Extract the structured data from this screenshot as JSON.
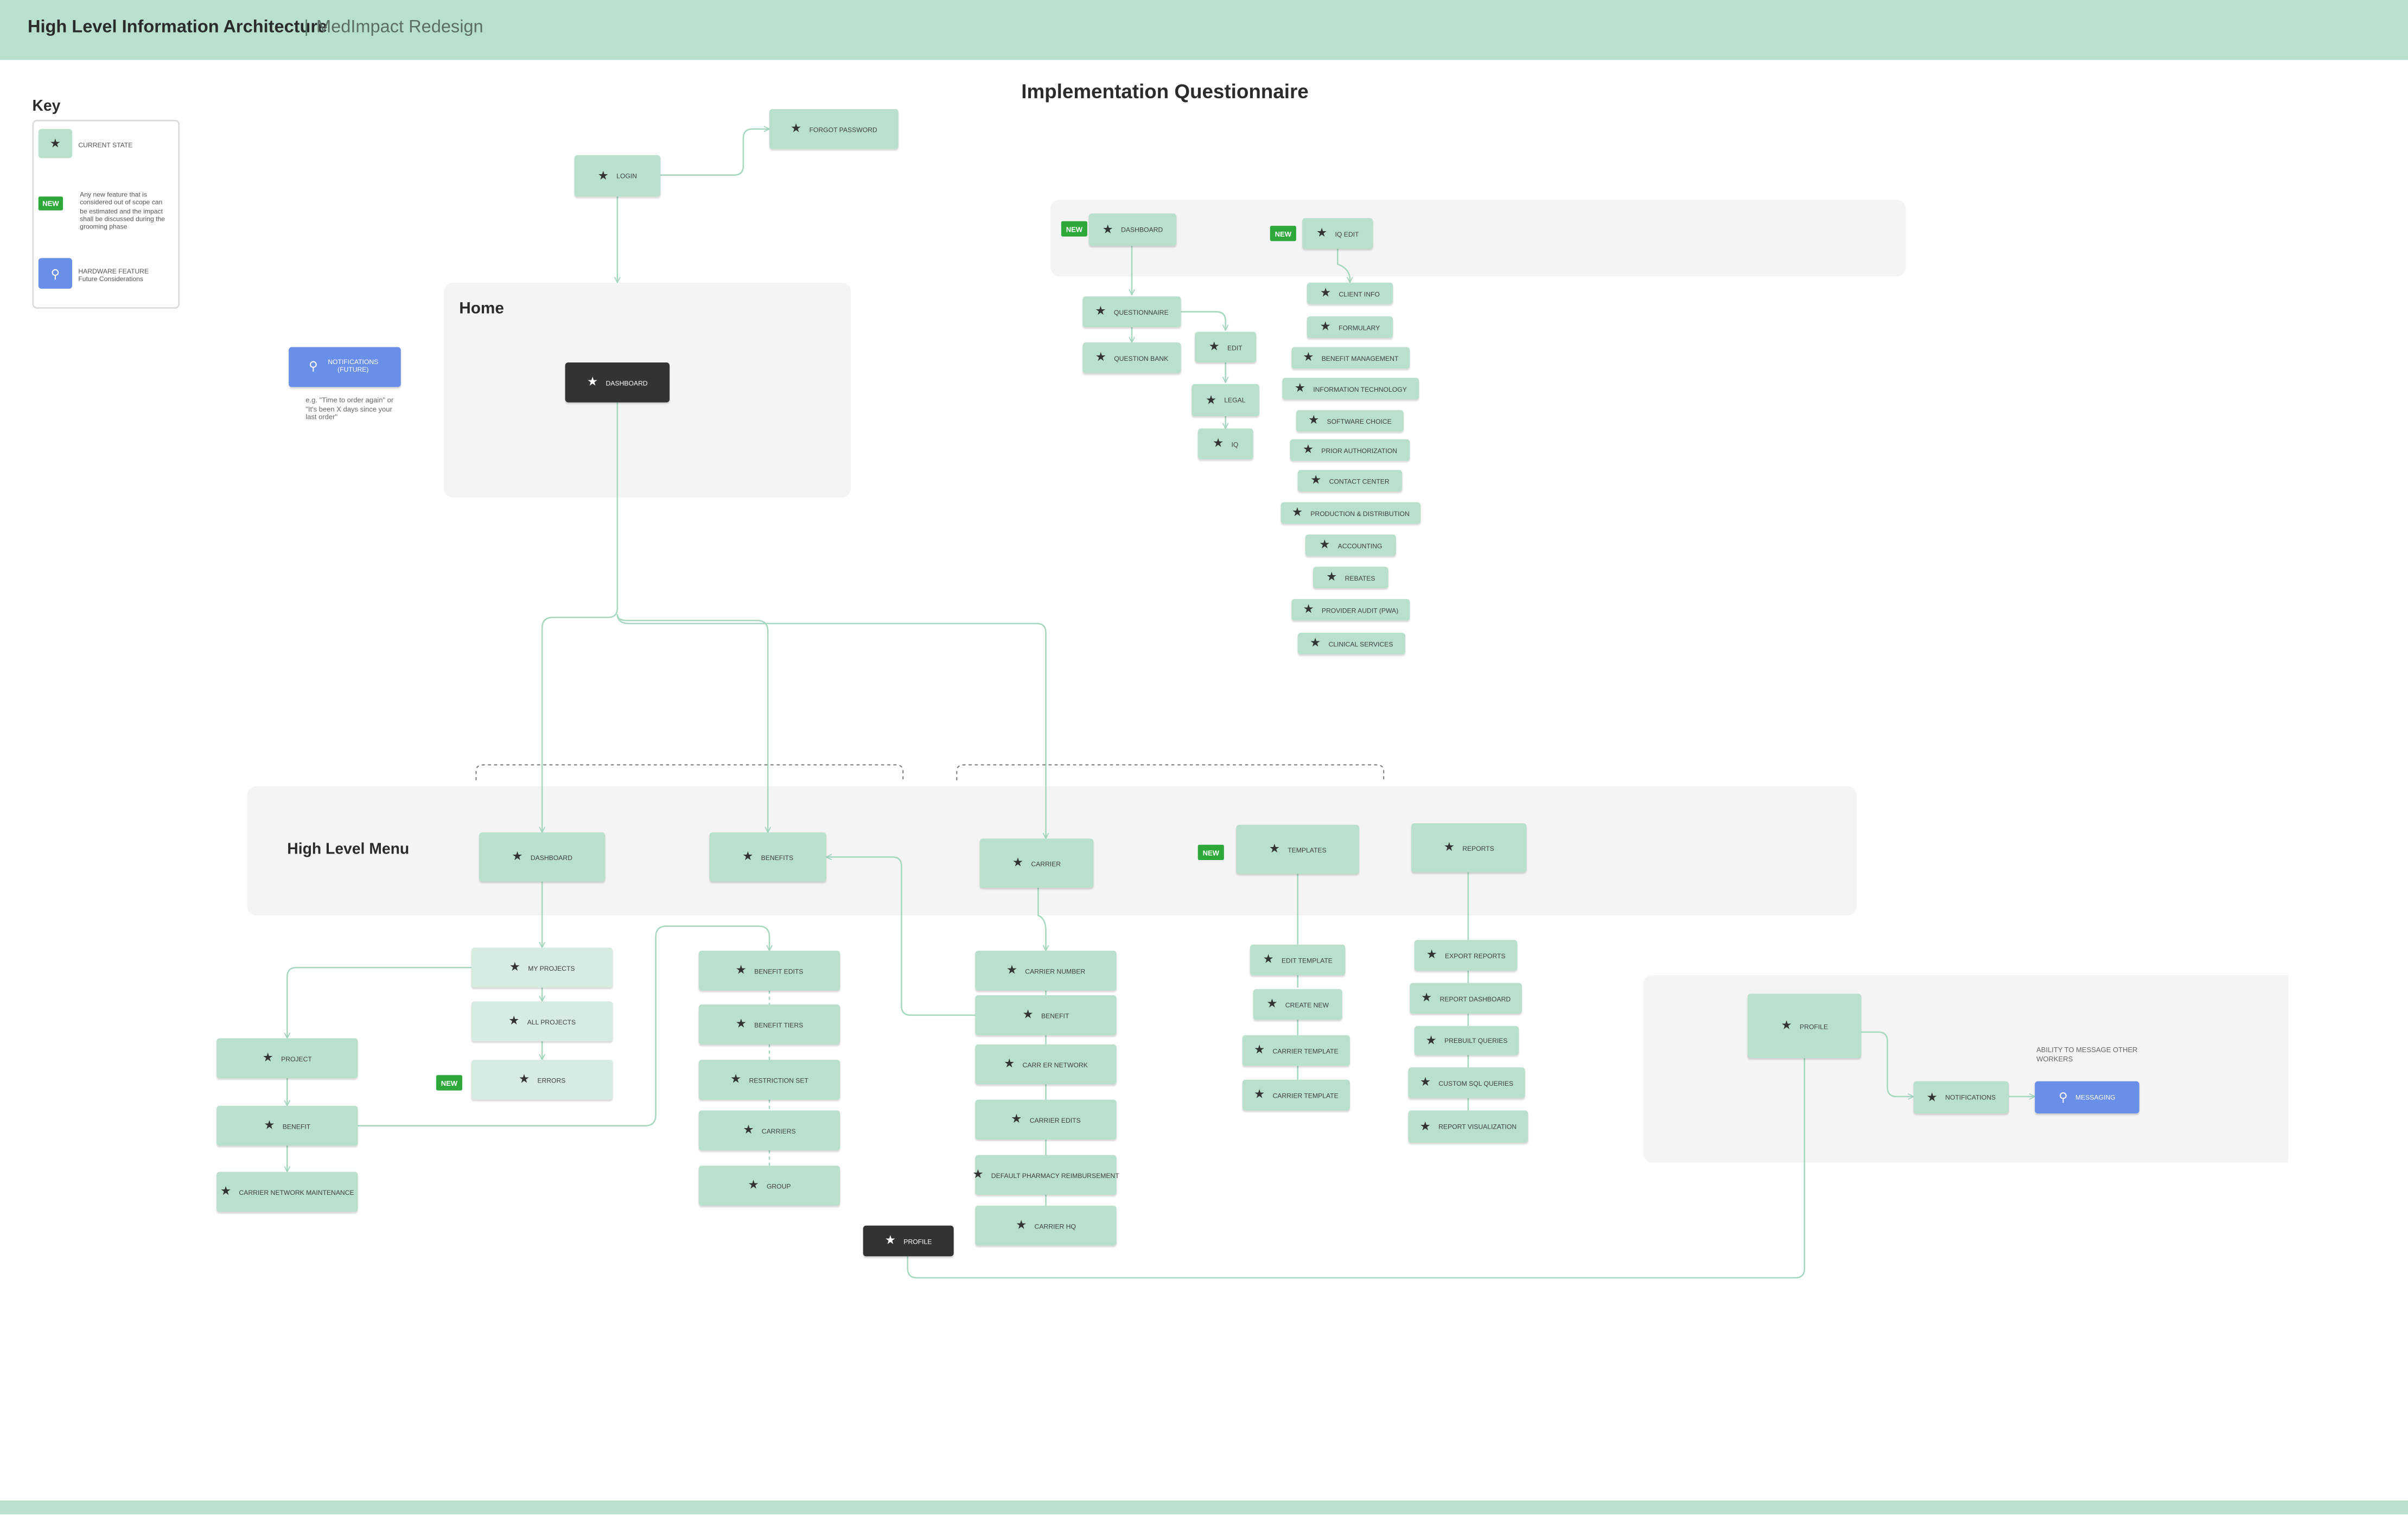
{
  "header": {
    "title": "High Level Information Architecture",
    "separator": "|",
    "subtitle": "MedImpact Redesign"
  },
  "key": {
    "title": "Key",
    "current_state": "CURRENT STATE",
    "new_badge": "NEW",
    "new_desc": "Any new feature that is considered out of scope can be estimated and the impact shall be discussed during the grooming phase",
    "hardware_title": "HARDWARE FEATURE",
    "hardware_desc": "Future Considerations",
    "icon_current": "star-icon",
    "icon_hardware": "pin-icon"
  },
  "sections": {
    "implementation": "Implementation Questionnaire",
    "home": "Home",
    "menu": "High Level Menu"
  },
  "notes": {
    "notifications_future": "e.g. \"Time to order again\" or \"It's been X days since your last order\"",
    "messaging": "ABILITY TO MESSAGE OTHER WORKERS"
  },
  "badges": {
    "new": "NEW"
  },
  "nodes": {
    "login": "LOGIN",
    "forgot_password": "FORGOT PASSWORD",
    "home_dashboard": "DASHBOARD",
    "notifications_future": "NOTIFICATIONS (FUTURE)",
    "iq_dashboard": "DASHBOARD",
    "iq_questionnaire": "QUESTIONNAIRE",
    "iq_question_bank": "QUESTION BANK",
    "iq_edit": "EDIT",
    "iq_legal": "LEGAL",
    "iq_iq": "IQ",
    "iq_iq_edit": "IQ EDIT",
    "iq_list": [
      "CLIENT INFO",
      "FORMULARY",
      "BENEFIT MANAGEMENT",
      "INFORMATION TECHNOLOGY",
      "SOFTWARE CHOICE",
      "PRIOR AUTHORIZATION",
      "CONTACT CENTER",
      "PRODUCTION & DISTRIBUTION",
      "ACCOUNTING",
      "REBATES",
      "PROVIDER AUDIT (PWA)",
      "CLINICAL SERVICES"
    ],
    "menu_dashboard": "DASHBOARD",
    "menu_benefits": "BENEFITS",
    "menu_carrier": "CARRIER",
    "menu_templates": "TEMPLATES",
    "menu_reports": "REPORTS",
    "my_projects": "MY PROJECTS",
    "all_projects": "ALL PROJECTS",
    "errors": "ERRORS",
    "project": "PROJECT",
    "benefit": "BENEFIT",
    "carrier_network_maintenance": "CARRIER NETWORK MAINTENANCE",
    "benefits_list": [
      "BENEFIT EDITS",
      "BENEFIT TIERS",
      "RESTRICTION SET",
      "CARRIERS",
      "GROUP"
    ],
    "carrier_list": [
      "CARRIER NUMBER",
      "BENEFIT",
      "CARR ER NETWORK",
      "CARRIER EDITS",
      "DEFAULT PHARMACY REIMBURSEMENT",
      "CARRIER HQ"
    ],
    "templates_list": [
      "EDIT TEMPLATE",
      "CREATE NEW",
      "CARRIER TEMPLATE",
      "CARRIER TEMPLATE"
    ],
    "reports_list": [
      "EXPORT REPORTS",
      "REPORT DASHBOARD",
      "PREBUILT QUERIES",
      "CUSTOM SQL QUERIES",
      "REPORT VISUALIZATION"
    ],
    "profile_dark": "PROFILE",
    "profile": "PROFILE",
    "notifications": "NOTIFICATIONS",
    "messaging": "MESSAGING"
  },
  "colors": {
    "header": "#b9e0cc",
    "current_state": "#b9e0cc",
    "hardware": "#6a8fe8",
    "new_badge": "#2fa83b",
    "dark_node": "#333333",
    "region": "#f4f4f4",
    "connector": "#9fd4bb"
  }
}
